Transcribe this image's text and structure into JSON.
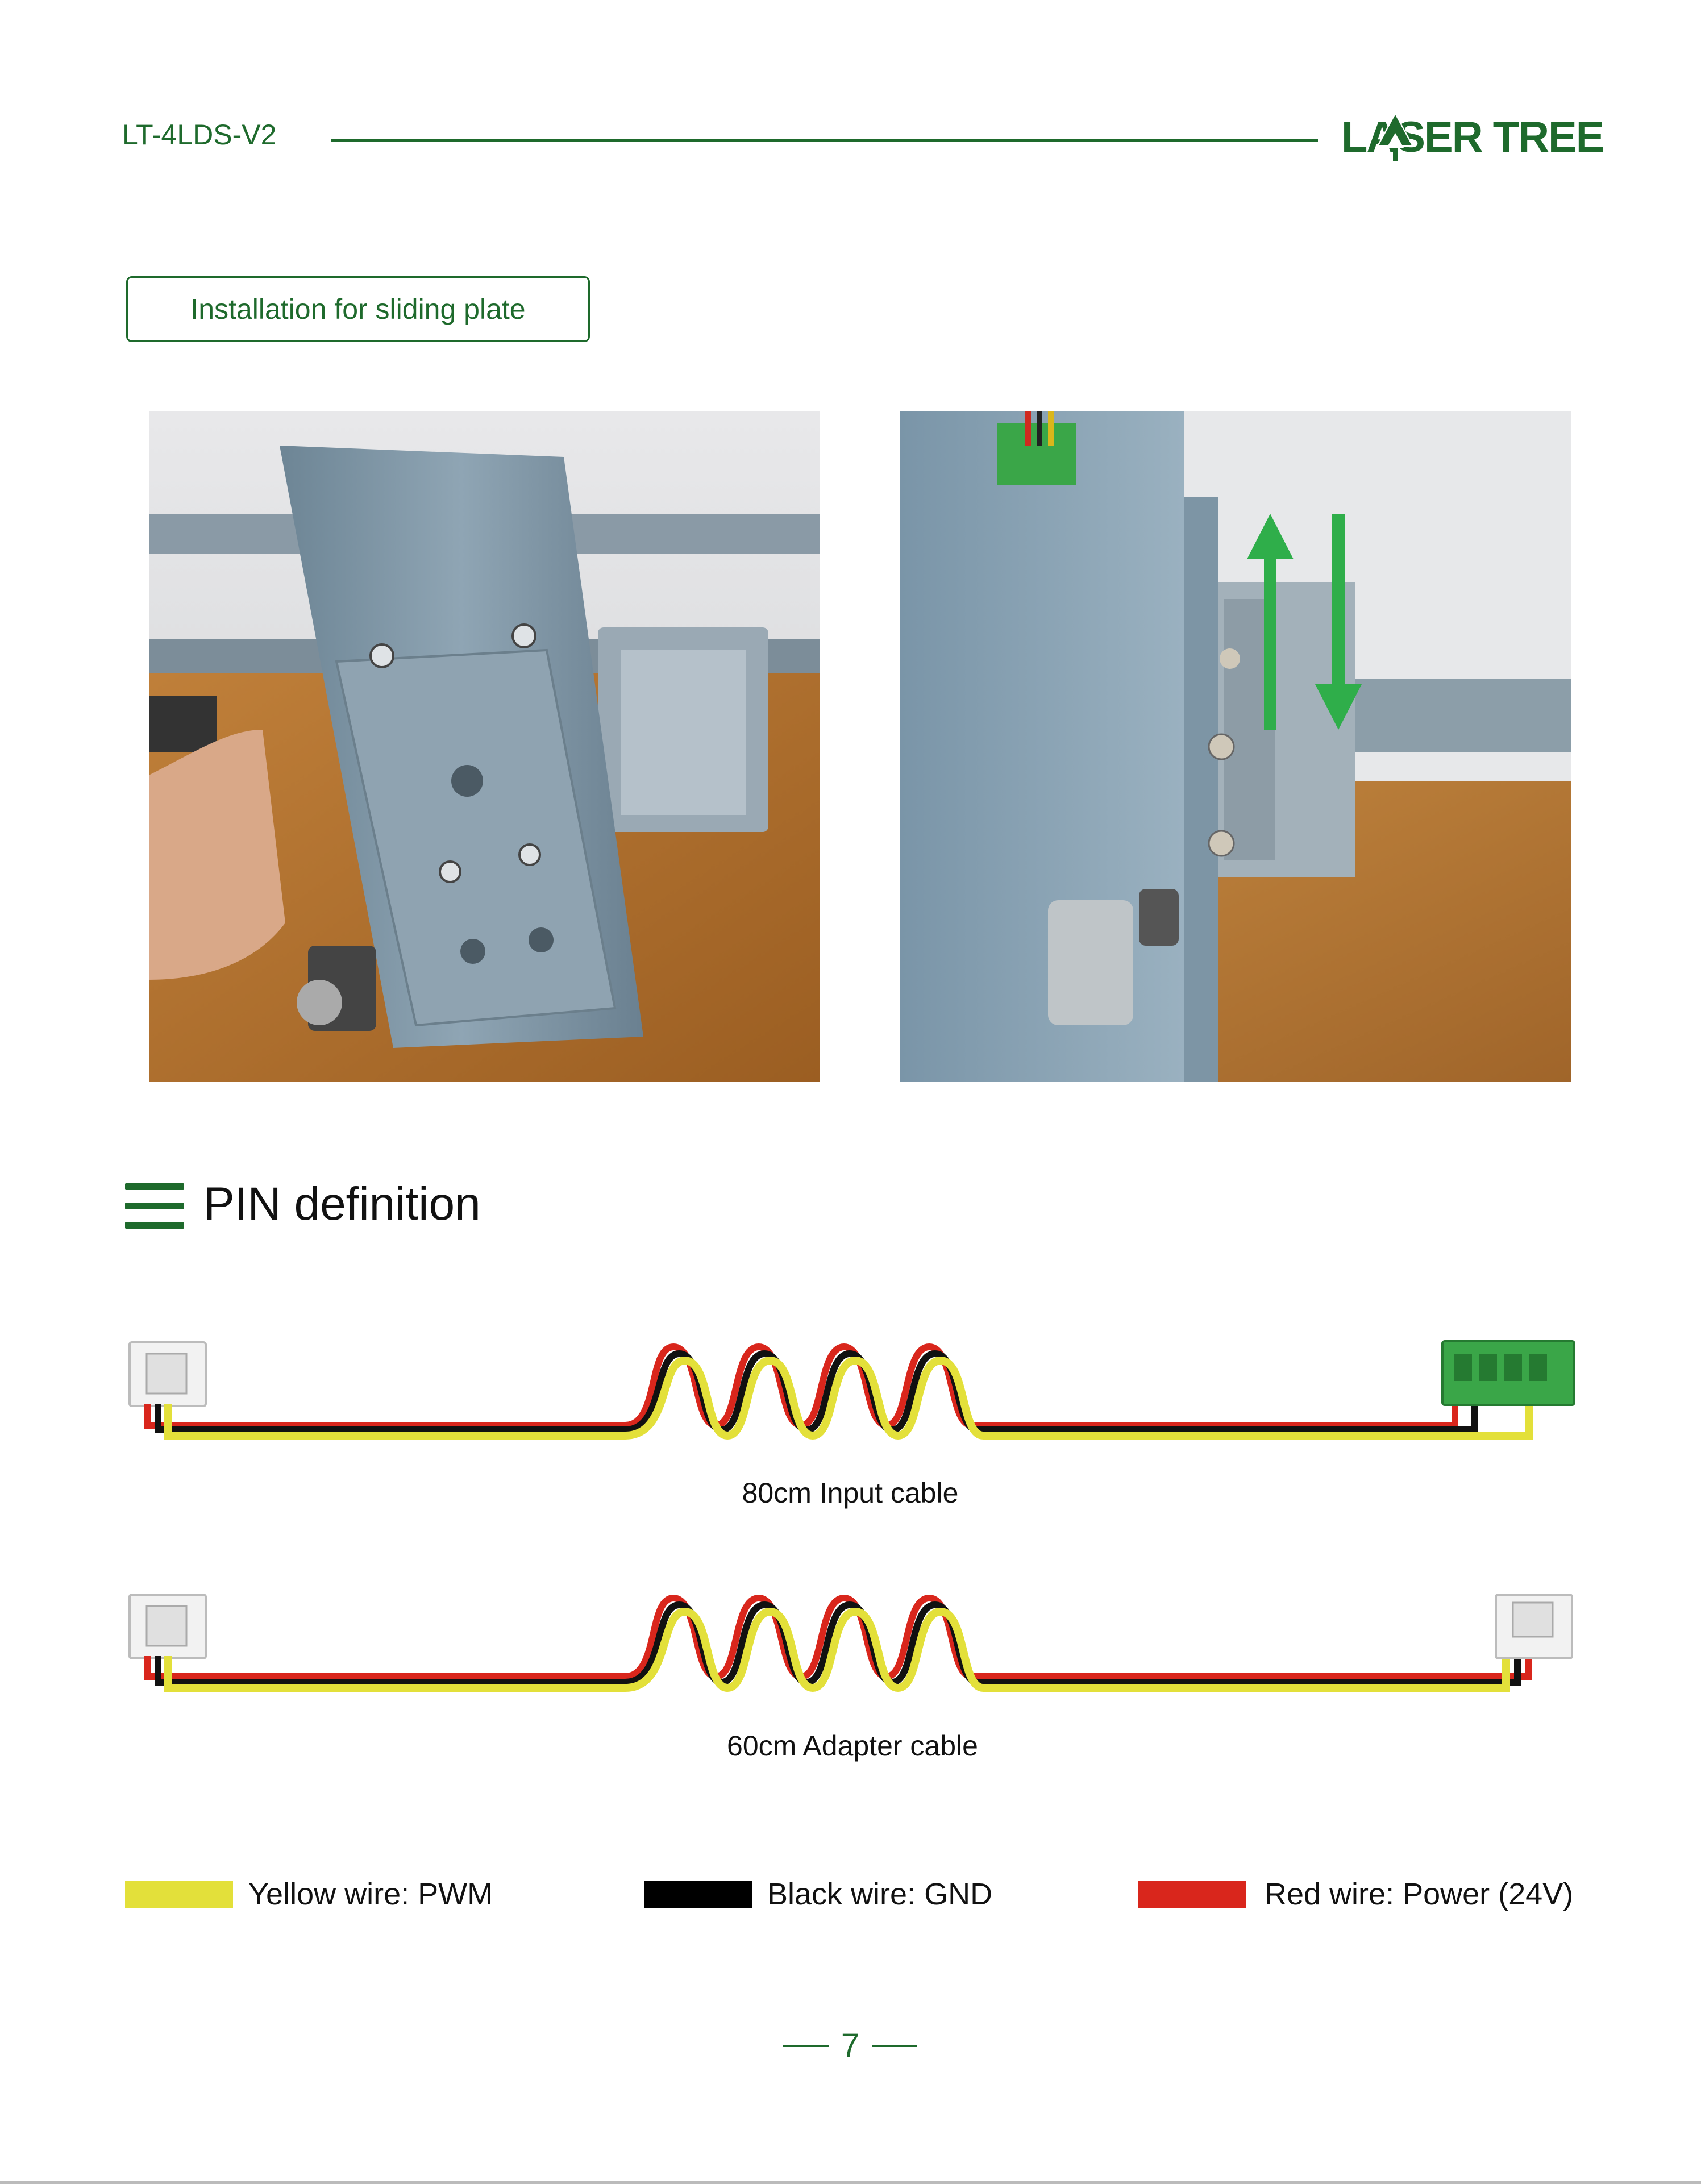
{
  "header": {
    "model": "LT-4LDS-V2",
    "logo_text": "LASER TREE"
  },
  "section": {
    "label": "Installation for sliding plate"
  },
  "pin": {
    "title": "PIN definition"
  },
  "cables": [
    {
      "label": "80cm Input cable"
    },
    {
      "label": "60cm Adapter cable"
    }
  ],
  "legend": {
    "yellow": "Yellow wire: PWM",
    "black": "Black wire: GND",
    "red": "Red wire: Power (24V)"
  },
  "colors": {
    "brand_green": "#1e6a2c",
    "yellow_wire": "#e3e03a",
    "black_wire": "#000000",
    "red_wire": "#d9261c"
  },
  "footer": {
    "page_number": "7"
  }
}
